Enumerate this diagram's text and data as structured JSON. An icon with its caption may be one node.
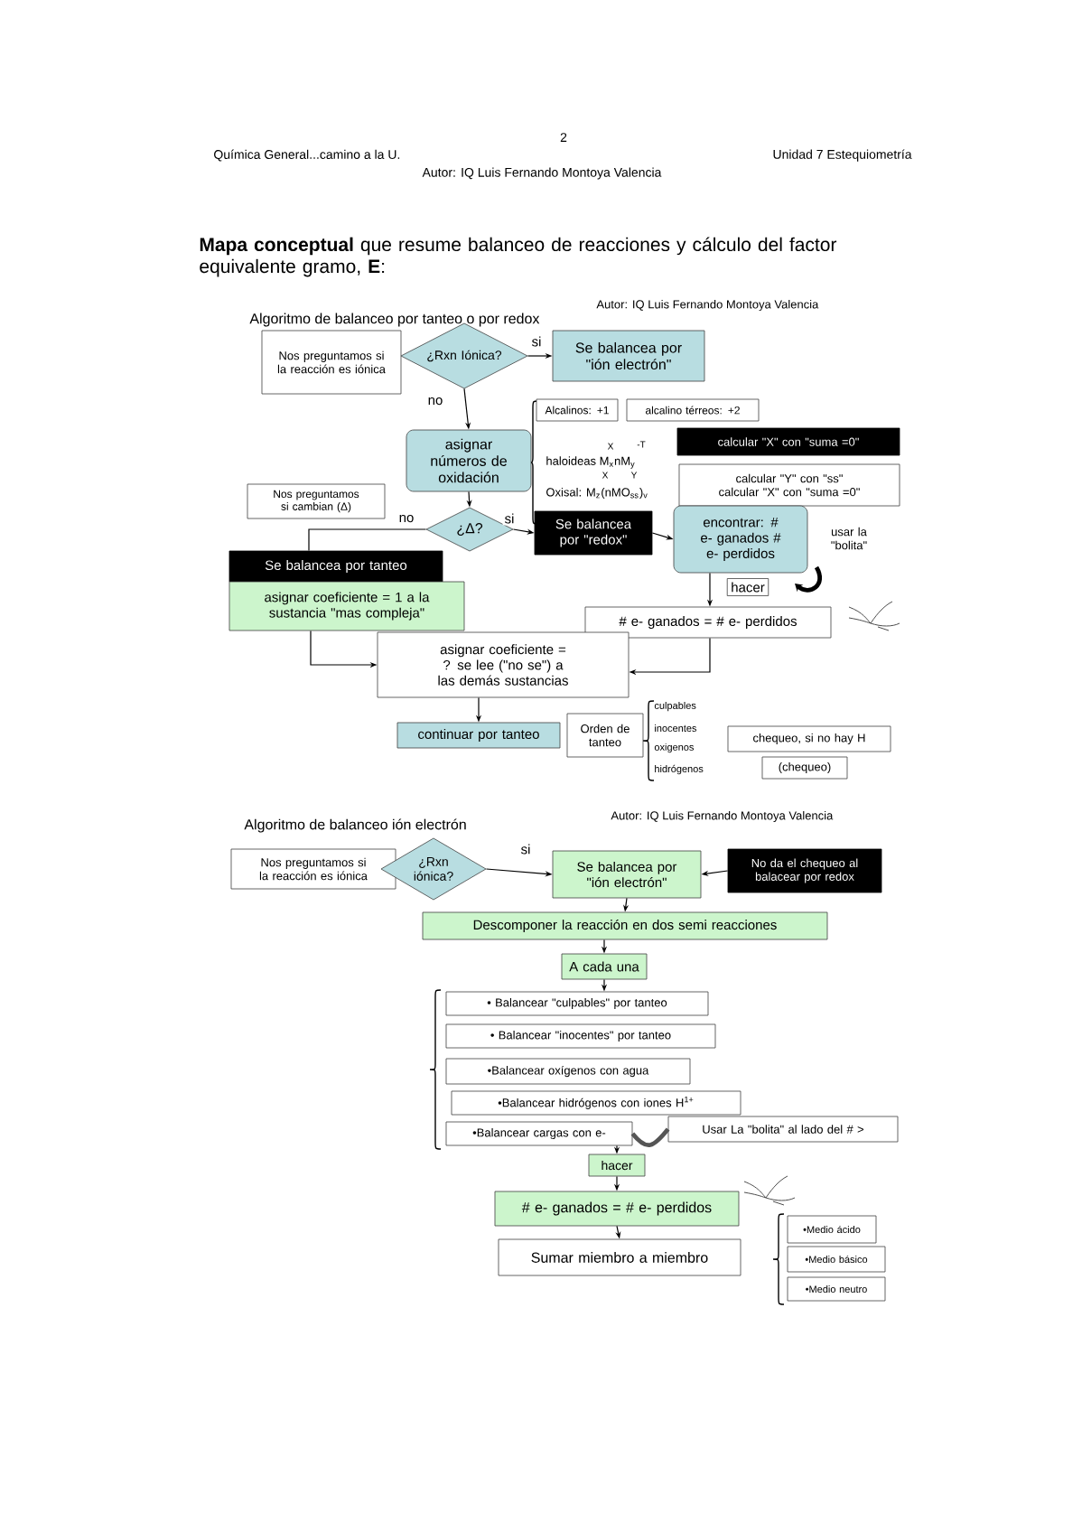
{
  "diagram": {
    "title": "**Mapa conceptual** que resume balanceo de reacciones y cálculo del factor equivalente gramo, **E**:",
    "nodes": [
      {
        "text": [
          "Nos preguntamos si la reacción es iónica"
        ]
      },
      {
        "text": [
          "¿Rxn Iónica?"
        ]
      },
      {
        "text": [
          "Se balancea por \"ión electrón\""
        ]
      },
      {
        "text": [
          "asignar números de oxidación"
        ]
      },
      {
        "text": [
          "Alcalinos: +1"
        ]
      },
      {
        "text": [
          "alcalino térreos: +2"
        ]
      },
      {
        "text": [
          "calcular \"X\" con \"suma =0\""
        ]
      },
      {
        "text": [
          "calcular \"Y\" con \"ss\" calcular \"X\" con \"suma =0\""
        ]
      },
      {
        "text": [
          "Nos preguntamos si cambian (Δ)"
        ]
      },
      {
        "text": [
          "¿Δ?"
        ]
      },
      {
        "text": [
          "Se balancea por \"redox\""
        ]
      },
      {
        "text": [
          "encontrar: # e- ganados # e- perdidos"
        ]
      },
      {
        "text": [
          "Se balancea por tanteo"
        ]
      },
      {
        "text": [
          "asignar coeficiente = 1 a la sustancia \"mas compleja\""
        ]
      },
      {
        "text": [
          "# e- ganados = # e- perdidos"
        ]
      },
      {
        "text": [
          "asignar coeficiente = ? se lee (\"no se\") a las demás sustancias"
        ]
      },
      {
        "text": [
          "continuar por tanteo"
        ]
      },
      {
        "text": [
          "Orden de tanteo"
        ]
      },
      {
        "text": [
          "chequeo, si no hay H"
        ]
      },
      {
        "text": [
          "(chequeo)"
        ]
      },
      {
        "text": [
          "Nos preguntamos si la reacción es iónica"
        ]
      },
      {
        "text": [
          "¿Rxn iónica?"
        ]
      },
      {
        "text": [
          "Se balancea por \"ión electrón\""
        ]
      },
      {
        "text": [
          "No da el chequeo al balacear por redox"
        ]
      },
      {
        "text": [
          "Descomponer la reacción en dos semi reacciones"
        ]
      },
      {
        "text": [
          "A cada una"
        ]
      },
      {
        "text": [
          "• Balancear \"culpables\" por tanteo"
        ]
      },
      {
        "text": [
          "• Balancear \"inocentes\" por tanteo"
        ]
      },
      {
        "text": [
          "•Balancear oxígenos con agua"
        ]
      },
      {
        "text": [
          "•Balancear hidrógenos con iones H$^{1+}$"
        ]
      },
      {
        "text": [
          "•Balancear cargas con e-"
        ]
      },
      {
        "text": [
          "Usar La \"bolita\" al lado del # >"
        ]
      },
      {
        "text": [
          "hacer"
        ]
      },
      {
        "text": [
          "# e- ganados = # e- perdidos"
        ]
      },
      {
        "text": [
          "Sumar miembro a miembro"
        ]
      },
      {
        "text": [
          "•Medio ácido"
        ]
      },
      {
        "text": [
          "•Medio básico"
        ]
      },
      {
        "text": [
          "•Medio neutro"
        ]
      }
    ],
    "edges": [
      {
        "from": 1,
        "to": 2,
        "arrow": "to",
        "label": "si"
      },
      {
        "from": 1,
        "to": 3,
        "arrow": "to",
        "label": "no"
      },
      {
        "from": 3,
        "to": 9,
        "arrow": "to"
      },
      {
        "from": 9,
        "to": 10,
        "arrow": "to",
        "label": "si"
      },
      {
        "from": 9,
        "to": 12,
        "arrow": "none",
        "label": "no"
      },
      {
        "from": 10,
        "to": 11,
        "arrow": "to"
      },
      {
        "from": 11,
        "to": 14,
        "arrow": "to",
        "label": "hacer"
      },
      {
        "from": 13,
        "to": 15,
        "arrow": "to"
      },
      {
        "from": 14,
        "to": 15,
        "arrow": "to"
      },
      {
        "from": 15,
        "to": 16,
        "arrow": "to"
      },
      {
        "from": 21,
        "to": 22,
        "arrow": "to",
        "label": "si"
      },
      {
        "from": 23,
        "to": 22,
        "arrow": "to"
      },
      {
        "from": 22,
        "to": 24,
        "arrow": "to"
      },
      {
        "from": 24,
        "to": 25,
        "arrow": "to"
      },
      {
        "from": 25,
        "to": 26,
        "arrow": "to"
      },
      {
        "from": 30,
        "to": 32,
        "arrow": "to"
      },
      {
        "from": 30,
        "to": 31,
        "arrow": "none",
        "style": "thick",
        "color": "#555555"
      },
      {
        "from": 32,
        "to": 33,
        "arrow": "to"
      },
      {
        "from": 33,
        "to": 34,
        "arrow": "to"
      }
    ],
    "labels": [
      "2",
      "Química General...camino a la U.",
      "Unidad 7 Estequiometría",
      "Autor: IQ Luis Fernando Montoya Valencia",
      "Autor: IQ Luis Fernando Montoya Valencia",
      "Algoritmo de balanceo por tanteo o por redox",
      "X",
      "-T",
      "haloideas M$_{x}$nM$_{y}$",
      "X",
      "Y",
      "Oxisal: M$_{z}$(nMO$_{ss}$)$_{v}$",
      "usar la \"bolita\"",
      "culpables",
      "inocentes",
      "oxigenos",
      "hidrógenos",
      "Algoritmo de balanceo ión electrón",
      "Autor: IQ Luis Fernando Montoya Valencia"
    ]
  }
}
